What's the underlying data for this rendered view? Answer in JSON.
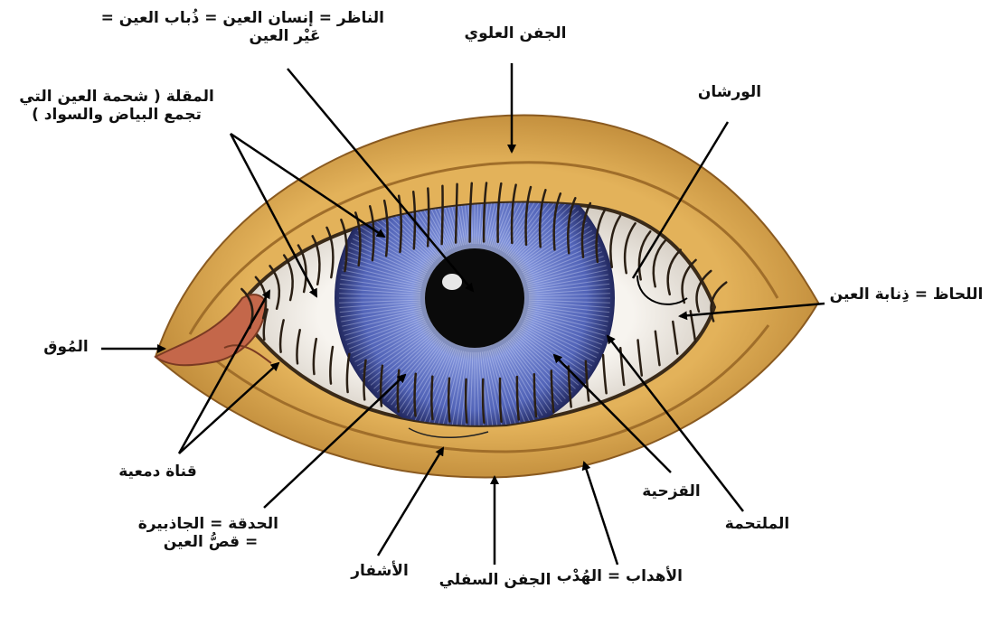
{
  "diagram": {
    "colors": {
      "lid": "#d8a64a",
      "lid_shadow": "#9a6a22",
      "sclera": "#f4f0ea",
      "iris": "#5b6fc6",
      "iris_dark": "#26306e",
      "pupil": "#0a0a0a",
      "caruncle": "#c4674a",
      "lash": "#2a1f14"
    },
    "labels": {
      "pupil": [
        "الناظر = إنسان العين = ذُباب العين =",
        "عَيْر العين"
      ],
      "upper_lid": "الجفن العلوي",
      "eyeball": [
        "المقلة ( شحمة العين التي",
        "تجمع البياض والسواد )"
      ],
      "inner_corner": "المُوق",
      "outer_corner": "اللحاظ = ذِنابة العين",
      "lash_line": "الورشان",
      "tear_duct": "قناة دمعية",
      "iris_ring": [
        "الحدقة = الجاذبيرة",
        "= قصُّ العين"
      ],
      "lashes": "الأشفار",
      "lower_lid": "الجفن السفلي",
      "eyelashes": "الأهداب = الهُدْب",
      "iris": "القزحية",
      "conjunctiva": "الملتحمة"
    }
  }
}
